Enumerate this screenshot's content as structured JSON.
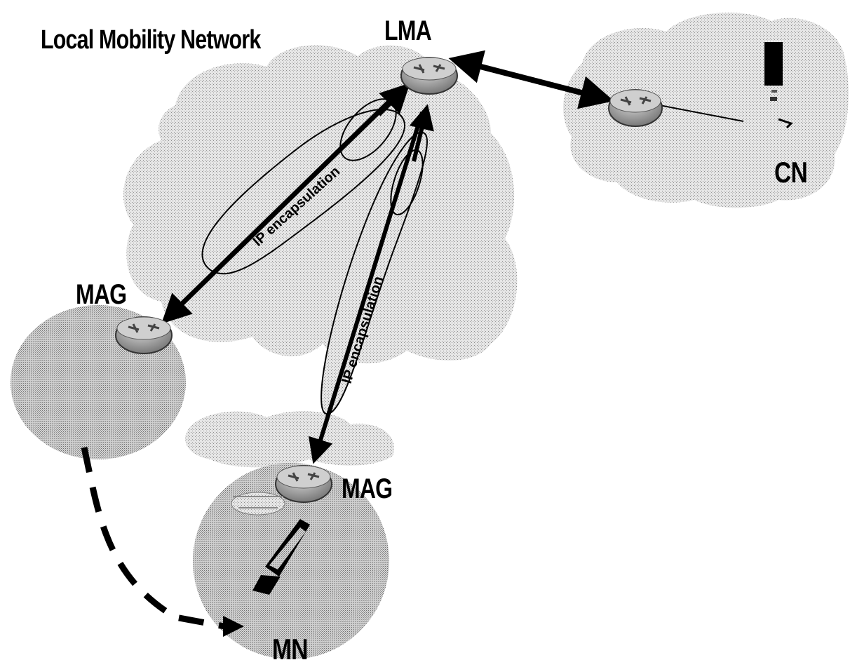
{
  "labels": {
    "network_title": "Local Mobility Network",
    "lma": "LMA",
    "mag_left": "MAG",
    "mag_bottom": "MAG",
    "cn": "CN",
    "mn": "MN",
    "tunnel_left": "IP encapsulation",
    "tunnel_right": "IP encapsulation"
  },
  "colors": {
    "cloud": "#d6d6d6",
    "cell": "#bdbdbd",
    "router": "#a8a8a8",
    "ink": "#000000"
  },
  "icons": [
    "router-icon",
    "laptop-icon",
    "computer-icon"
  ]
}
